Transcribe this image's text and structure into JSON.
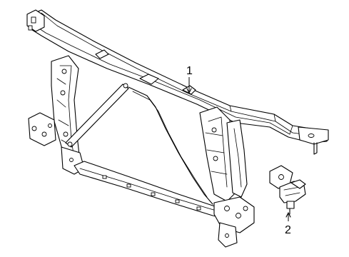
{
  "callouts": [
    {
      "id": "1",
      "label": "1"
    },
    {
      "id": "2",
      "label": "2"
    }
  ],
  "parts": [
    {
      "callout": "1",
      "icon": "radiator-support-frame-icon"
    },
    {
      "callout": "2",
      "icon": "bracket-sensor-icon"
    }
  ]
}
